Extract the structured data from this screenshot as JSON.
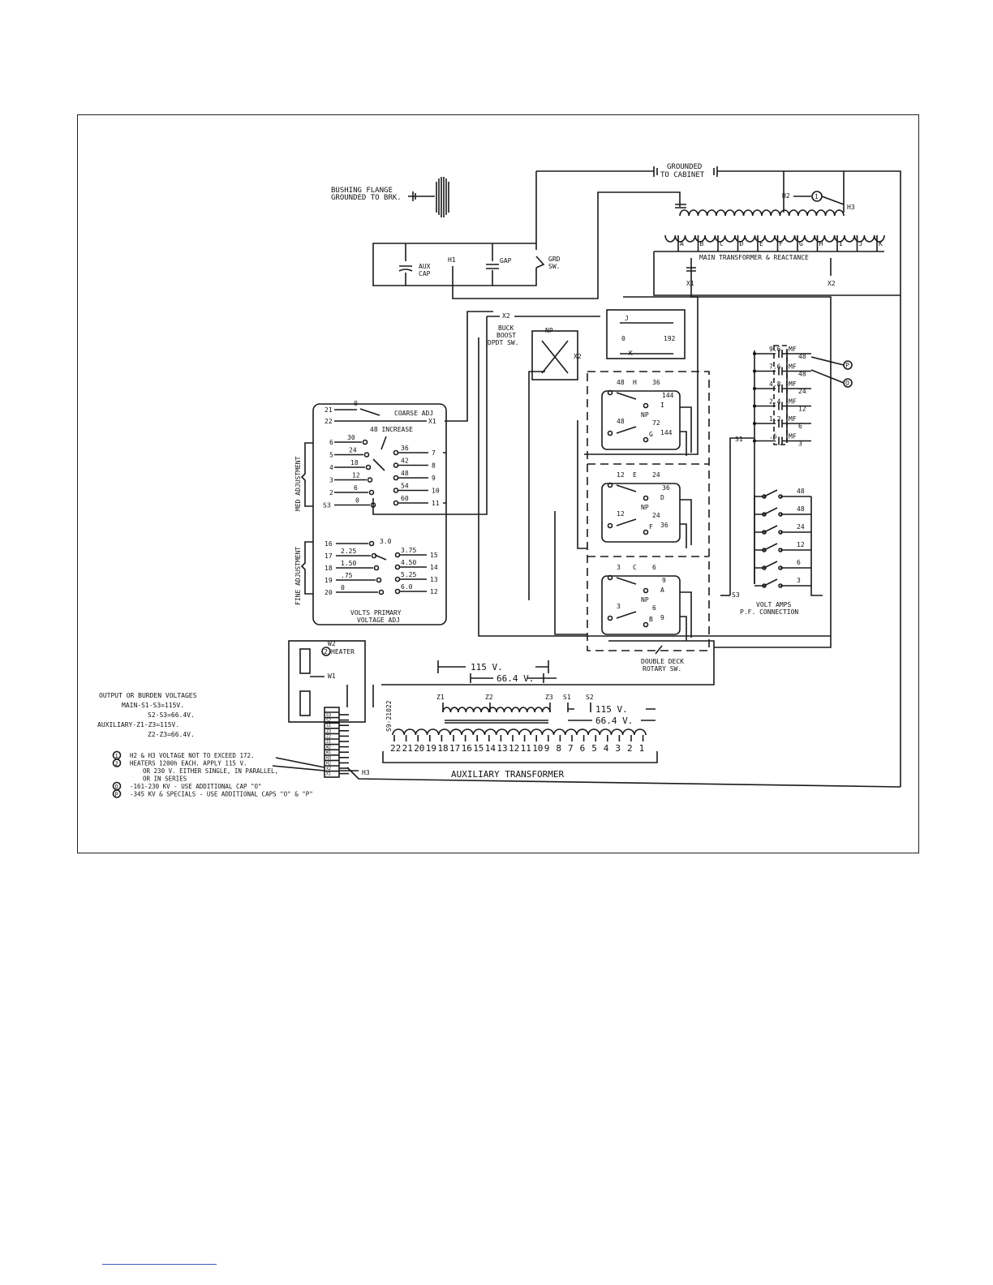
{
  "diagram": {
    "bushing_flange": [
      "BUSHING FLANGE",
      "GROUNDED TO BRK."
    ],
    "grounded_to_cabinet": [
      "GROUNDED",
      "TO CABINET"
    ],
    "aux_cap": [
      "AUX",
      "CAP"
    ],
    "h1": "H1",
    "gap": "GAP",
    "grd_sw": [
      "GRD",
      "SW."
    ],
    "h2": "H2",
    "h3": "H3",
    "note1_mark": "1",
    "main_taps": [
      "A",
      "B",
      "C",
      "D",
      "E",
      "F",
      "G",
      "H",
      "I",
      "J",
      "K"
    ],
    "main_transformer": "MAIN TRANSFORMER & REACTANCE",
    "x1": "X1",
    "x2": "X2",
    "buck_boost": [
      "BUCK",
      "BOOST",
      "DPDT SW."
    ],
    "np": "NP",
    "rotary_top": {
      "zero": "0",
      "value": "192",
      "j": "J",
      "k": "K"
    },
    "caps": [
      {
        "value": "9.6",
        "unit": "MF",
        "tap": "48"
      },
      {
        "value": "7.6",
        "unit": "MF",
        "tap": "48"
      },
      {
        "value": "4.8",
        "unit": "MF",
        "tap": "24"
      },
      {
        "value": "2.4",
        "unit": "MF",
        "tap": "12"
      },
      {
        "value": "1.2",
        "unit": "MF",
        "tap": "6"
      },
      {
        "value": ".6",
        "unit": "MF",
        "tap": "3"
      }
    ],
    "cap_markers": [
      "P",
      "O"
    ],
    "coarse": {
      "t21": "21",
      "t22": "22",
      "zero": "0",
      "label": "COARSE ADJ",
      "x1": "X1"
    },
    "increase": "48 INCREASE",
    "med_label": "MED ADJUSTMENT",
    "med_left": [
      {
        "term": "6",
        "val": "30"
      },
      {
        "term": "5",
        "val": "24"
      },
      {
        "term": "4",
        "val": "18"
      },
      {
        "term": "3",
        "val": "12"
      },
      {
        "term": "2",
        "val": "6"
      },
      {
        "term": "S3",
        "val": "0"
      }
    ],
    "med_right": [
      {
        "term": "7",
        "val": "36"
      },
      {
        "term": "8",
        "val": "42"
      },
      {
        "term": "9",
        "val": "48"
      },
      {
        "term": "10",
        "val": "54"
      },
      {
        "term": "11",
        "val": "60"
      }
    ],
    "fine_label": "FINE ADJUSTMENT",
    "fine_left": [
      {
        "term": "16",
        "val": ""
      },
      {
        "term": "17",
        "val": "2.25"
      },
      {
        "term": "18",
        "val": "1.50"
      },
      {
        "term": "19",
        "val": ".75"
      },
      {
        "term": "20",
        "val": "0"
      }
    ],
    "fine_right": [
      {
        "term": "15",
        "val": "3.75"
      },
      {
        "term": "14",
        "val": "4.50"
      },
      {
        "term": "13",
        "val": "5.25"
      },
      {
        "term": "12",
        "val": "6.0"
      }
    ],
    "fine_top": "3.0",
    "volts_primary": [
      "VOLTS PRIMARY",
      "VOLTAGE ADJ"
    ],
    "rotary_decks": [
      {
        "letters": [
          "H",
          "G",
          "I"
        ],
        "vals": [
          "48",
          "36",
          "144",
          "48",
          "72",
          "144"
        ]
      },
      {
        "letters": [
          "E",
          "F",
          "D"
        ],
        "vals": [
          "12",
          "24",
          "36",
          "12",
          "24",
          "36"
        ]
      },
      {
        "letters": [
          "C",
          "B",
          "A"
        ],
        "vals": [
          "3",
          "6",
          "9",
          "3",
          "6",
          "9"
        ]
      }
    ],
    "s1": "S1",
    "s3": "S3",
    "step_switch_vals": [
      "48",
      "48",
      "24",
      "12",
      "6",
      "3"
    ],
    "volt_amps": [
      "VOLT AMPS",
      "P.F. CONNECTION"
    ],
    "double_deck": [
      "DOUBLE DECK",
      "ROTARY SW."
    ],
    "w2": "W2",
    "w1": "W1",
    "heater": "HEATER",
    "note2_mark": "2",
    "v115": "115 V.",
    "v66": "66.4 V.",
    "z1": "Z1",
    "z2": "Z2",
    "z3": "Z3",
    "sa": "S1",
    "sb": "S2",
    "aux_id": "S9-21022",
    "aux_taps": [
      "22",
      "21",
      "20",
      "19",
      "18",
      "17",
      "16",
      "15",
      "14",
      "13",
      "12",
      "11",
      "10",
      "9",
      "8",
      "7",
      "6",
      "5",
      "4",
      "3",
      "2",
      "1"
    ],
    "aux_transformer": "AUXILIARY TRANSFORMER",
    "tb_h3": "H3",
    "terminal_labels": [
      "S3",
      "S2",
      "S1",
      "Z3",
      "Z2",
      "Z1",
      "W2",
      "W1",
      "H3",
      "H2",
      "X2",
      "X1"
    ],
    "output": [
      "OUTPUT OR BURDEN VOLTAGES",
      "MAIN-S1-S3=115V.",
      "S2-S3=66.4V.",
      "AUXILIARY-Z1-Z3=115V.",
      "Z2-Z3=66.4V."
    ],
    "notes": [
      {
        "mark": "1",
        "text": "H2 & H3 VOLTAGE NOT TO EXCEED 172."
      },
      {
        "mark": "2",
        "text": "HEATERS 1200h EACH. APPLY 115 V."
      },
      {
        "mark": "",
        "text": "OR 230 V. EITHER SINGLE, IN PARALLEL,"
      },
      {
        "mark": "",
        "text": "OR IN SERIES"
      },
      {
        "mark": "O",
        "text": "-161-230 KV - USE ADDITIONAL CAP \"O\""
      },
      {
        "mark": "P",
        "text": "-345 KV & SPECIALS - USE ADDITIONAL CAPS \"O\" & \"P\""
      }
    ]
  }
}
